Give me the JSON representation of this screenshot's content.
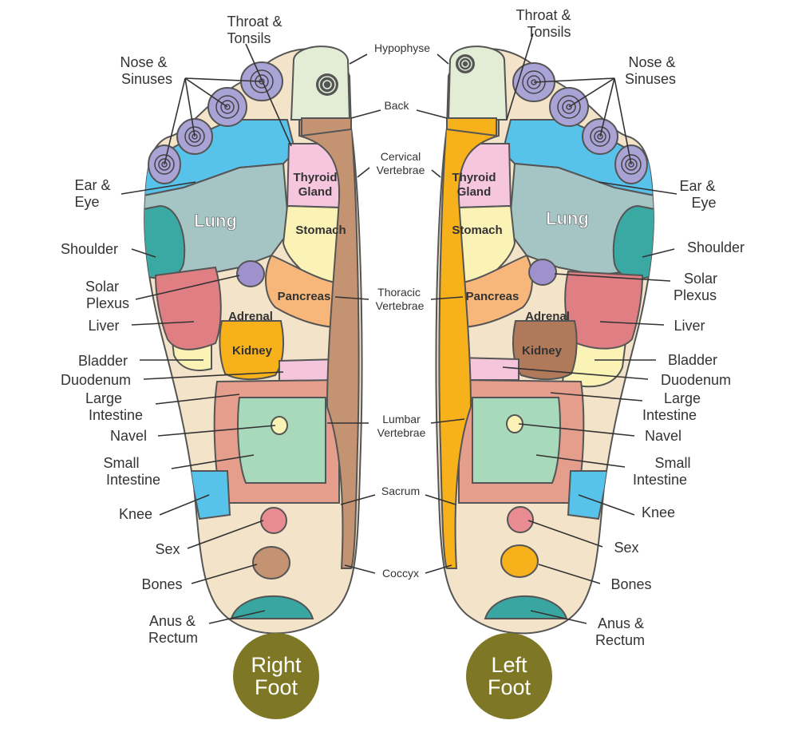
{
  "colors": {
    "foot_base": "#f3e3c8",
    "outline": "#555555",
    "spiral_toe": "#a9a3d6",
    "big_toe": "#e3edd6",
    "ear_eye_band": "#58c3ea",
    "lung": "#a5c4c4",
    "shoulder": "#3ba9a3",
    "solar_plexus": "#9f92cc",
    "liver": "#e07f83",
    "bladder": "#fbf3b6",
    "kidney_right": "#f7b21b",
    "kidney_left": "#b07a5a",
    "thyroid": "#f6c6de",
    "stomach": "#fbf3b6",
    "pancreas": "#f7b77b",
    "duodenum": "#f5c6db",
    "large_intestine": "#e69e8c",
    "small_intestine": "#a7d9ba",
    "navel": "#fbf3b6",
    "knee": "#58c3ea",
    "sex": "#e98c92",
    "bones_right": "#c49372",
    "bones_left": "#f7b21b",
    "anus": "#3aa6a1",
    "spine_right": "#c49372",
    "spine_left": "#f7b21b",
    "badge": "#7e7826"
  },
  "center_labels": {
    "hypophyse": "Hypophyse",
    "back": "Back",
    "cervical_1": "Cervical",
    "cervical_2": "Vertebrae",
    "thoracic_1": "Thoracic",
    "thoracic_2": "Vertebrae",
    "lumbar_1": "Lumbar",
    "lumbar_2": "Vertebrae",
    "sacrum": "Sacrum",
    "coccyx": "Coccyx"
  },
  "right_foot": {
    "badge_1": "Right",
    "badge_2": "Foot",
    "throat_1": "Throat &",
    "throat_2": "Tonsils",
    "nose_1": "Nose &",
    "nose_2": "Sinuses",
    "ear_1": "Ear &",
    "ear_2": "Eye",
    "shoulder": "Shoulder",
    "solar_1": "Solar",
    "solar_2": "Plexus",
    "liver": "Liver",
    "bladder": "Bladder",
    "duodenum": "Duodenum",
    "large_1": "Large",
    "large_2": "Intestine",
    "navel": "Navel",
    "small_1": "Small",
    "small_2": "Intestine",
    "knee": "Knee",
    "sex": "Sex",
    "bones": "Bones",
    "anus_1": "Anus &",
    "anus_2": "Rectum",
    "lung": "Lung",
    "thyroid_1": "Thyroid",
    "thyroid_2": "Gland",
    "stomach": "Stomach",
    "pancreas": "Pancreas",
    "adrenal": "Adrenal",
    "kidney": "Kidney"
  },
  "left_foot": {
    "badge_1": "Left",
    "badge_2": "Foot",
    "throat_1": "Throat &",
    "throat_2": "Tonsils",
    "nose_1": "Nose &",
    "nose_2": "Sinuses",
    "ear_1": "Ear &",
    "ear_2": "Eye",
    "shoulder": "Shoulder",
    "solar_1": "Solar",
    "solar_2": "Plexus",
    "liver": "Liver",
    "bladder": "Bladder",
    "duodenum": "Duodenum",
    "large_1": "Large",
    "large_2": "Intestine",
    "navel": "Navel",
    "small_1": "Small",
    "small_2": "Intestine",
    "knee": "Knee",
    "sex": "Sex",
    "bones": "Bones",
    "anus_1": "Anus &",
    "anus_2": "Rectum",
    "lung": "Lung",
    "thyroid_1": "Thyroid",
    "thyroid_2": "Gland",
    "stomach": "Stomach",
    "pancreas": "Pancreas",
    "adrenal": "Adrenal",
    "kidney": "Kidney"
  }
}
